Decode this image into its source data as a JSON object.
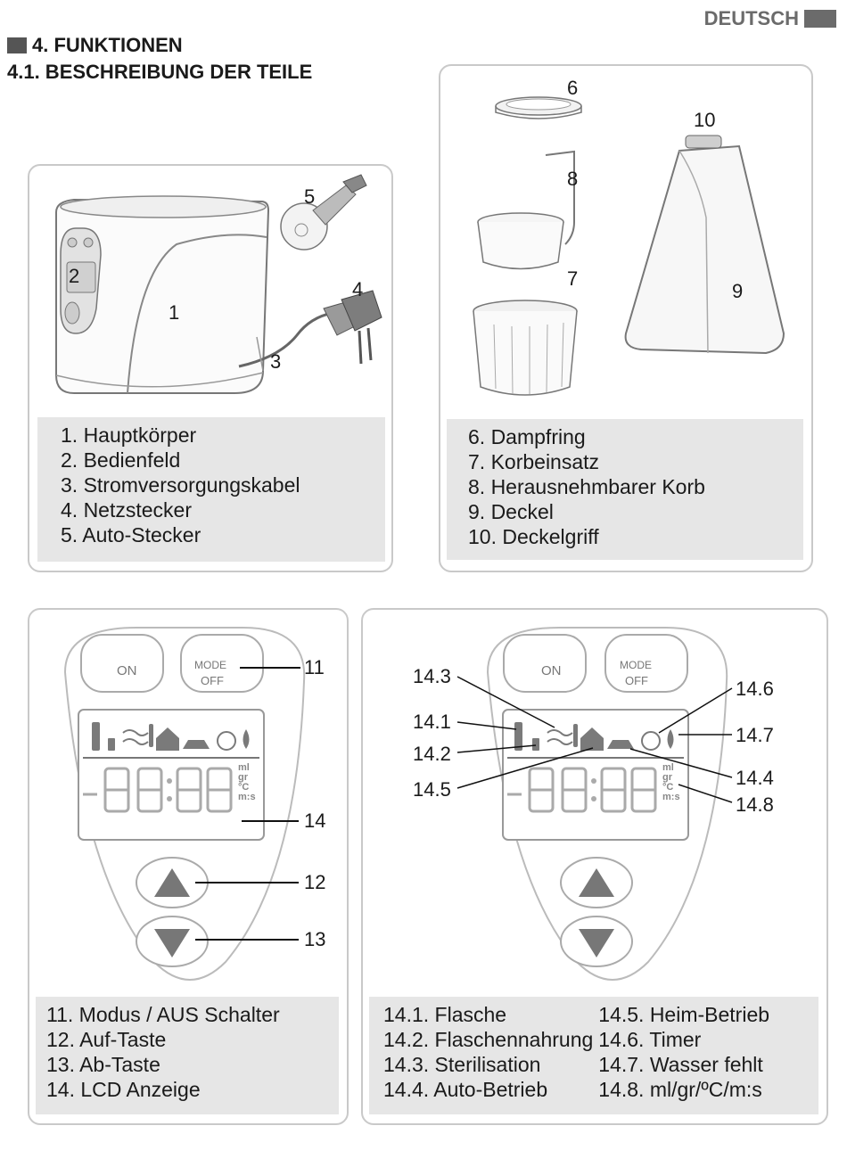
{
  "header": {
    "language": "DEUTSCH",
    "section_title": "4. FUNKTIONEN",
    "subsection_title": "4.1. BESCHREIBUNG DER TEILE"
  },
  "panel_main": {
    "callouts": [
      "1",
      "2",
      "3",
      "4",
      "5"
    ],
    "legend": [
      "1. Hauptkörper",
      "2. Bedienfeld",
      "3. Stromversorgungskabel",
      "4. Netzstecker",
      "5. Auto-Stecker"
    ]
  },
  "panel_parts": {
    "callouts": [
      "6",
      "7",
      "8",
      "9",
      "10"
    ],
    "legend": [
      "6. Dampfring",
      "7. Korbeinsatz",
      "8. Herausnehmbarer Korb",
      "9. Deckel",
      "10. Deckelgriff"
    ]
  },
  "panel_control": {
    "on_label": "ON",
    "mode_label": "MODE",
    "off_label": "OFF",
    "units": [
      "ml",
      "gr",
      "°C",
      "m:s"
    ],
    "display_digits": "-88:88",
    "callouts": [
      "11",
      "14",
      "12",
      "13"
    ],
    "legend": [
      "11. Modus / AUS Schalter",
      "12. Auf-Taste",
      "13. Ab-Taste",
      "14. LCD Anzeige"
    ]
  },
  "panel_lcd": {
    "on_label": "ON",
    "mode_label": "MODE",
    "off_label": "OFF",
    "units": [
      "ml",
      "gr",
      "°C",
      "m:s"
    ],
    "display_digits": "-88:88",
    "callouts": [
      "14.3",
      "14.1",
      "14.2",
      "14.5",
      "14.6",
      "14.7",
      "14.4",
      "14.8"
    ],
    "legend_left": [
      "14.1. Flasche",
      "14.2. Flaschennahrung",
      "14.3. Sterilisation",
      "14.4. Auto-Betrieb"
    ],
    "legend_right": [
      "14.5. Heim-Betrieb",
      "14.6. Timer",
      "14.7. Wasser fehlt",
      "14.8. ml/gr/ºC/m:s"
    ]
  }
}
